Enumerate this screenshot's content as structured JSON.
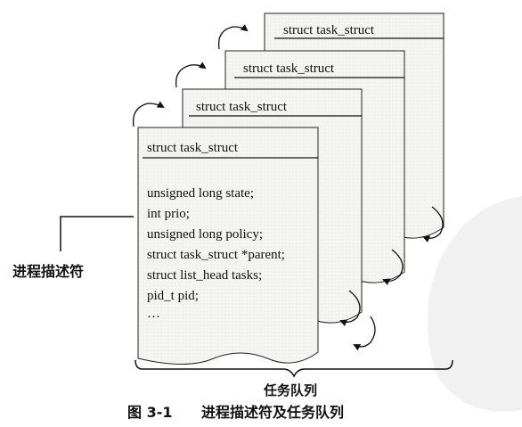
{
  "cards": [
    {
      "title": "struct task_struct"
    },
    {
      "title": "struct task_struct"
    },
    {
      "title": "struct task_struct"
    },
    {
      "title": "struct task_struct",
      "fields": [
        "unsigned long state;",
        "int prio;",
        "unsigned long policy;",
        "struct task_struct *parent;",
        "struct list_head tasks;",
        "pid_t pid;",
        "…"
      ]
    }
  ],
  "descriptor_label": "进程描述符",
  "queue_label": "任务队列",
  "caption": {
    "figure_number": "图 3-1",
    "text": "进程描述符及任务队列"
  }
}
